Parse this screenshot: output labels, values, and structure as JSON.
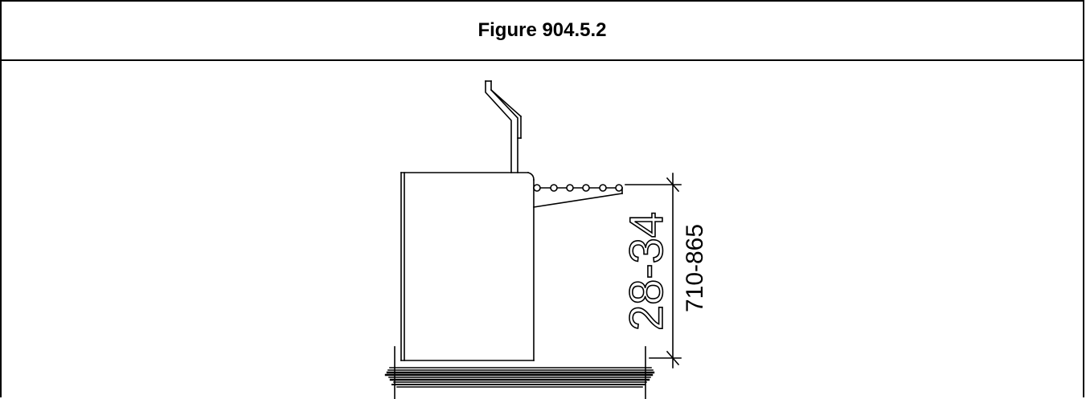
{
  "figure": {
    "title": "Figure 904.5.2"
  },
  "dimension": {
    "inches": "28-34",
    "millimeters": "710-865"
  }
}
